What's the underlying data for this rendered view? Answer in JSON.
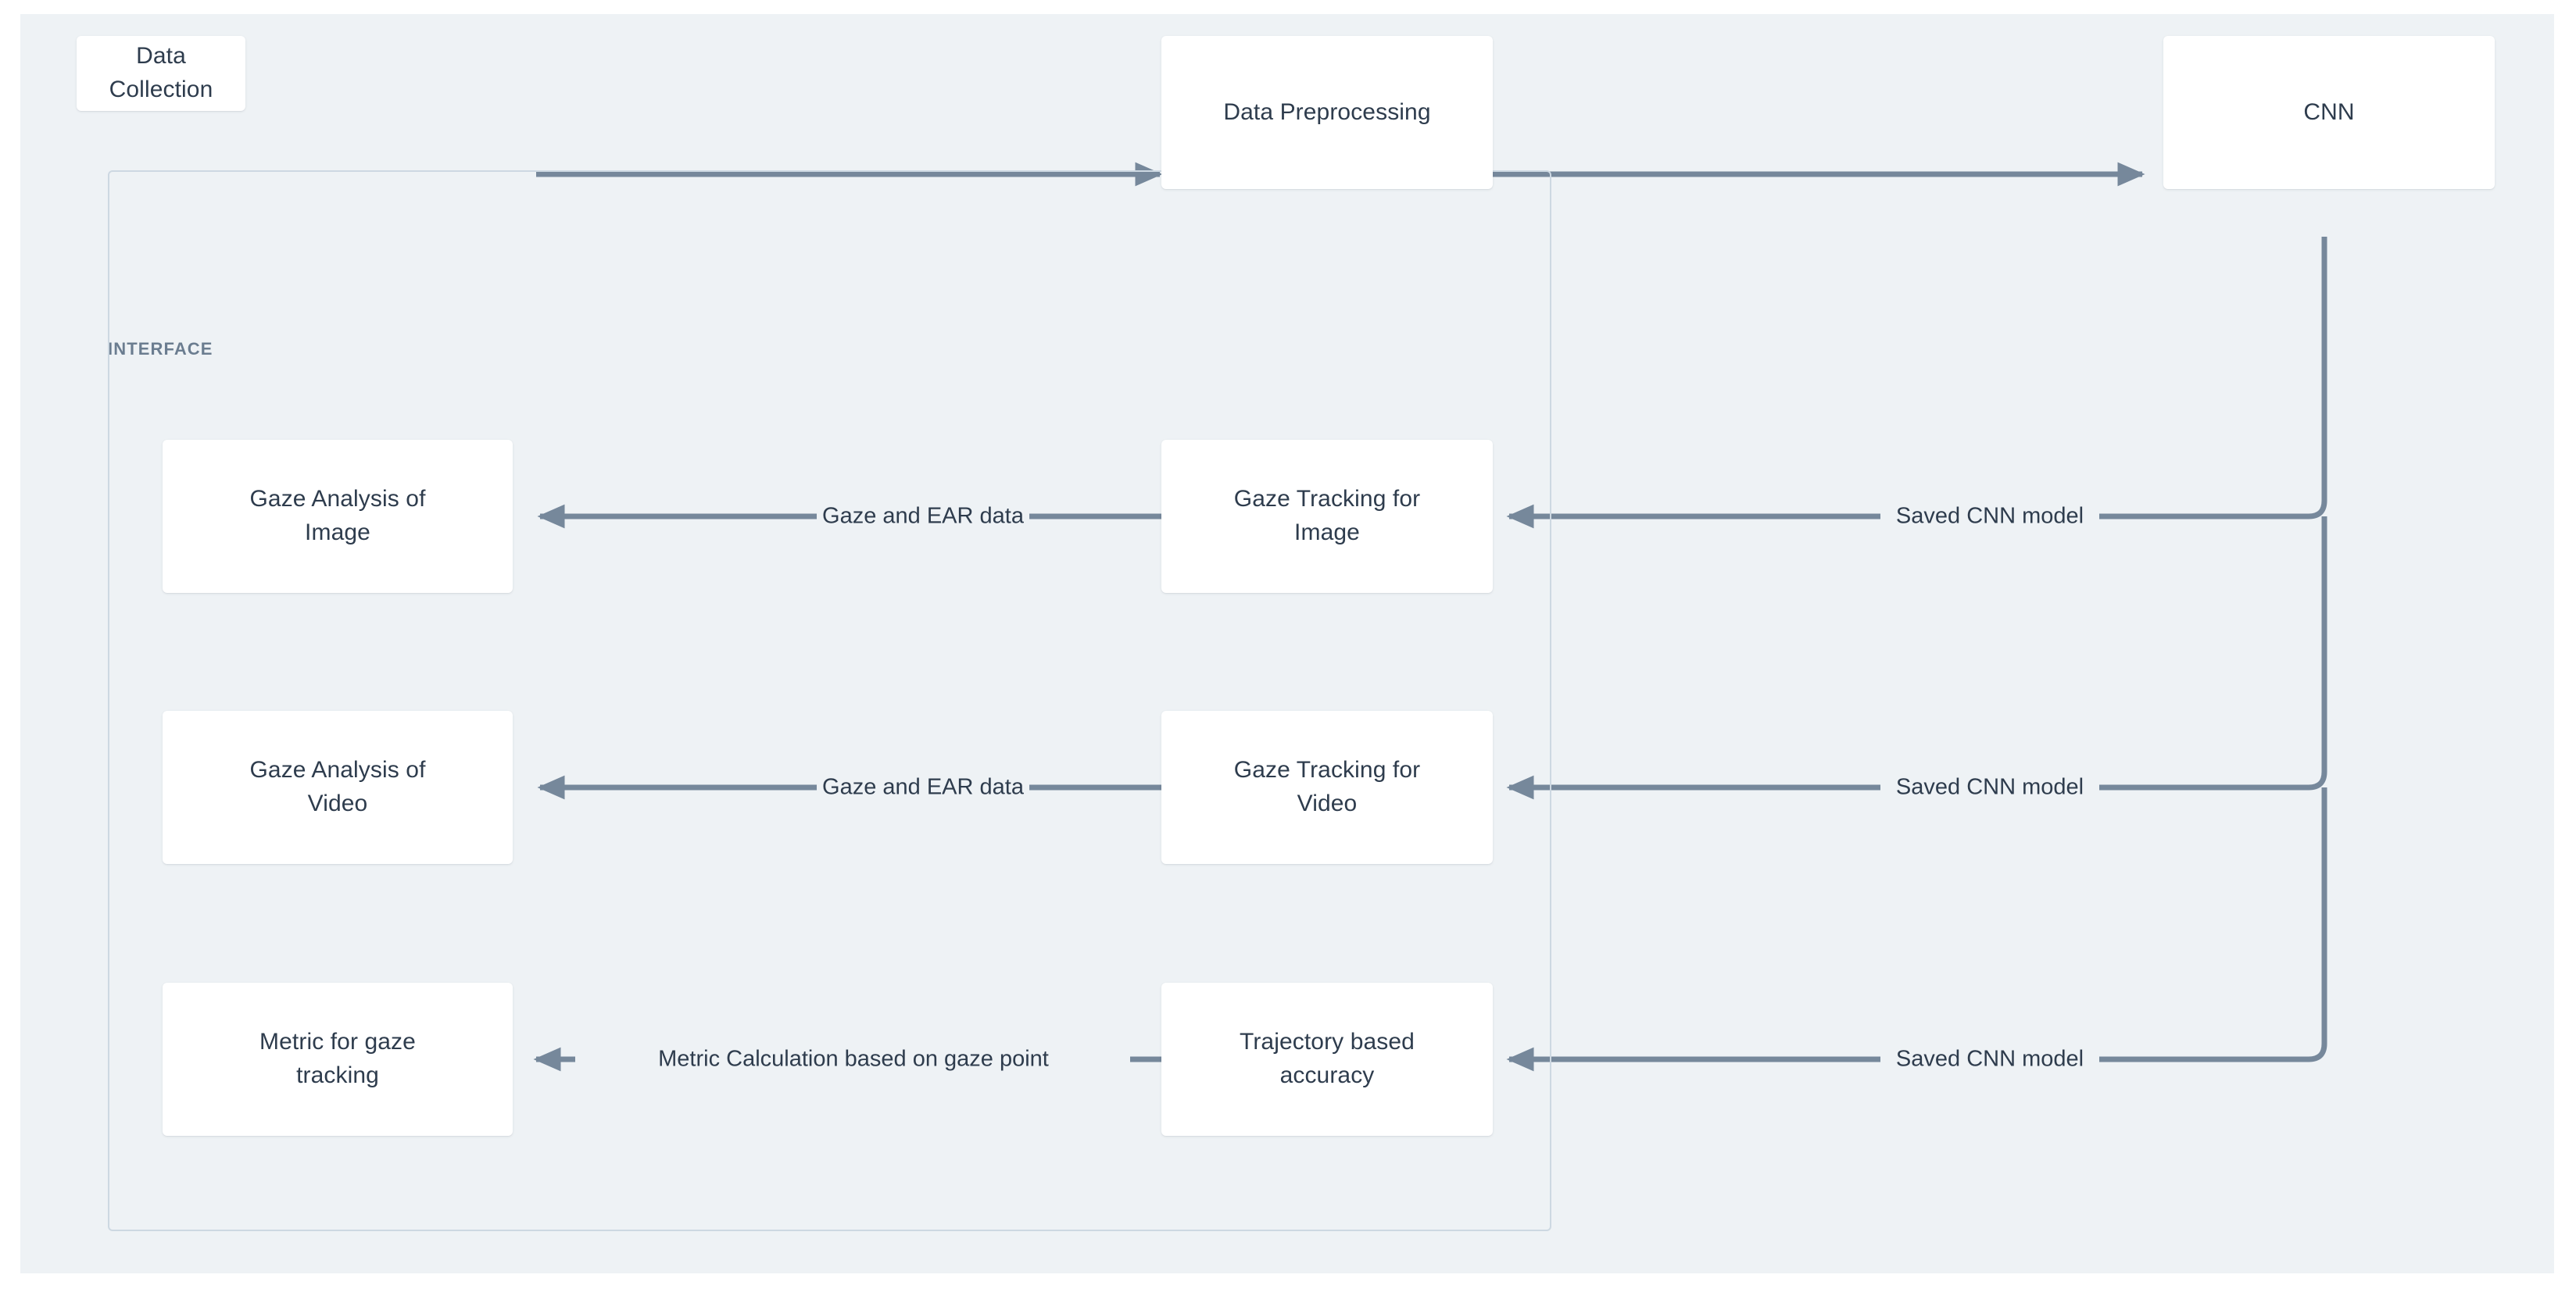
{
  "canvas": {
    "background_color": "#eef2f5",
    "page_background_color": "#ffffff"
  },
  "diagram": {
    "type": "flowchart",
    "title": "",
    "edge_color": "#76889b",
    "node_fill": "#ffffff",
    "node_text_color": "#2e3c4d",
    "group_border_color": "#cdd8e2",
    "group_label_color": "#6b7d90"
  },
  "group": {
    "label": "INTERFACE"
  },
  "nodes": {
    "data_collection": {
      "label": "Data Collection"
    },
    "data_preprocessing": {
      "label": "Data Preprocessing"
    },
    "cnn": {
      "label": "CNN"
    },
    "gaze_analysis_image": {
      "label": "Gaze Analysis of\nImage"
    },
    "gaze_tracking_image": {
      "label": "Gaze Tracking for\nImage"
    },
    "gaze_analysis_video": {
      "label": "Gaze Analysis of\nVideo"
    },
    "gaze_tracking_video": {
      "label": "Gaze Tracking for\nVideo"
    },
    "metric_gaze_tracking": {
      "label": "Metric for gaze\ntracking"
    },
    "trajectory_accuracy": {
      "label": "Trajectory based\naccuracy"
    }
  },
  "edges": [
    {
      "from": "data_collection",
      "to": "data_preprocessing",
      "label": ""
    },
    {
      "from": "data_preprocessing",
      "to": "cnn",
      "label": ""
    },
    {
      "from": "cnn",
      "to": "gaze_tracking_image",
      "label": "Saved CNN model"
    },
    {
      "from": "cnn",
      "to": "gaze_tracking_video",
      "label": "Saved CNN model"
    },
    {
      "from": "cnn",
      "to": "trajectory_accuracy",
      "label": "Saved CNN model"
    },
    {
      "from": "gaze_tracking_image",
      "to": "gaze_analysis_image",
      "label": "Gaze and EAR data"
    },
    {
      "from": "gaze_tracking_video",
      "to": "gaze_analysis_video",
      "label": "Gaze and EAR data"
    },
    {
      "from": "trajectory_accuracy",
      "to": "metric_gaze_tracking",
      "label": "Metric Calculation based on gaze point"
    }
  ],
  "edge_labels": {
    "saved_cnn_model_1": "Saved CNN model",
    "saved_cnn_model_2": "Saved CNN model",
    "saved_cnn_model_3": "Saved CNN model",
    "gaze_and_ear_data_1": "Gaze and EAR data",
    "gaze_and_ear_data_2": "Gaze and EAR data",
    "metric_calculation": "Metric Calculation based on gaze point"
  }
}
